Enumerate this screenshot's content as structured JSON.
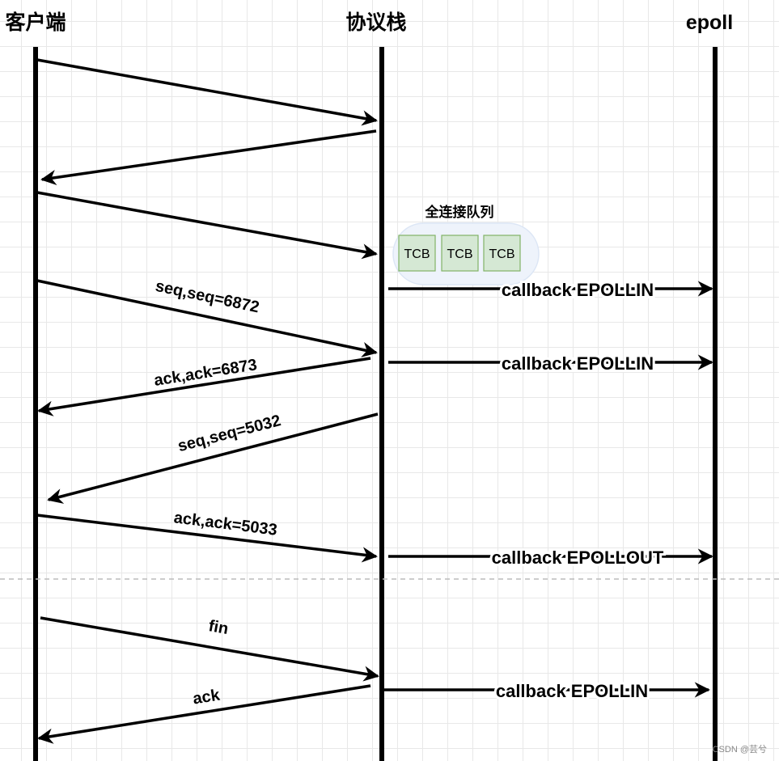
{
  "columns": {
    "client": "客户端",
    "stack": "协议栈",
    "epoll": "epoll"
  },
  "queue": {
    "title": "全连接队列",
    "items": [
      "TCB",
      "TCB",
      "TCB"
    ],
    "fill": "#d5e8d4",
    "stroke": "#82b366"
  },
  "messages": {
    "seq1": "seq,seq=6872",
    "ack1": "ack,ack=6873",
    "seq2": "seq,seq=5032",
    "ack2": "ack,ack=5033",
    "fin": "fin",
    "ack3": "ack"
  },
  "callbacks": {
    "cb1": "callback EPOLLIN",
    "cb2": "callback EPOLLIN",
    "cb3": "callback EPOLLOUT",
    "cb4": "callback EPOLLIN"
  },
  "watermark": "CSDN @芸兮"
}
